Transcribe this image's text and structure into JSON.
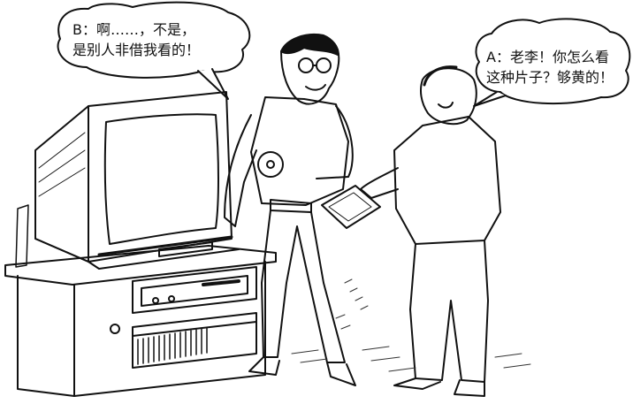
{
  "bubble_b": {
    "line1": "B：啊……，不是，",
    "line2": "是别人非借我看的！"
  },
  "bubble_a": {
    "line1": "A：老李！你怎么看",
    "line2": "这种片子？够黄的！"
  },
  "colors": {
    "ink": "#111111",
    "paper": "#ffffff",
    "hatch": "#333333"
  }
}
